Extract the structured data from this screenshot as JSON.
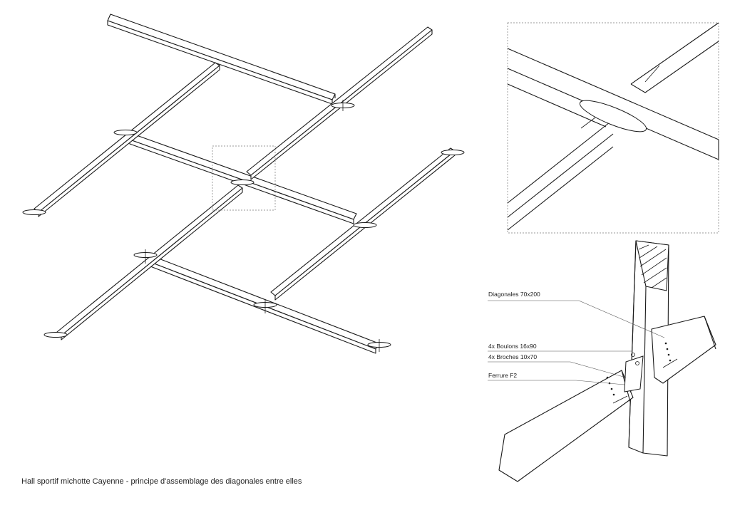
{
  "caption": "Hall sportif michotte Cayenne - principe d'assemblage des diagonales entre elles",
  "labels": {
    "diagonales": "Diagonales 70x200",
    "boulons": "4x Boulons 16x90",
    "broches": "4x Broches 10x70",
    "ferrure": "Ferrure F2"
  },
  "colors": {
    "line": "#1a1a1a",
    "background": "#ffffff",
    "detail_frame": "#777777"
  }
}
